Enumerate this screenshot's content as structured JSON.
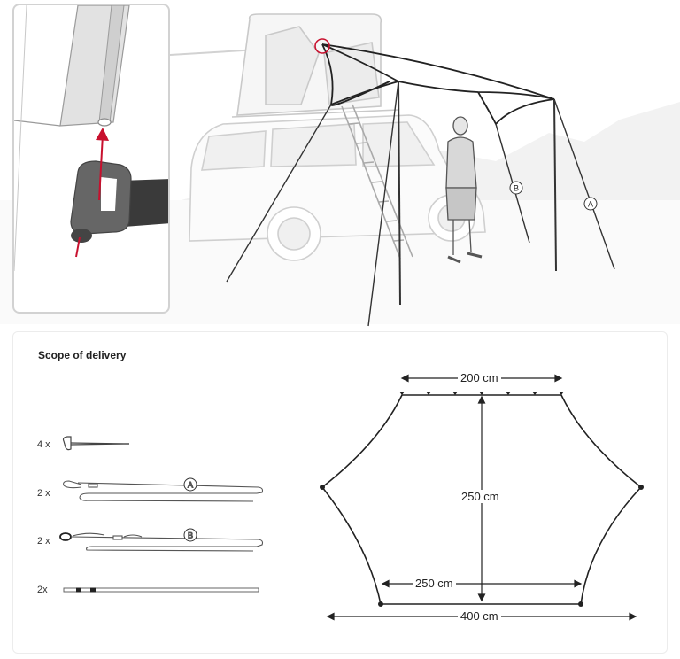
{
  "delivery": {
    "title": "Scope of delivery",
    "items": [
      {
        "qty": "4 x",
        "item": "peg"
      },
      {
        "qty": "2 x",
        "item": "guy-line",
        "badge": "A"
      },
      {
        "qty": "2 x",
        "item": "guy-line",
        "badge": "B"
      },
      {
        "qty": "2x",
        "item": "pole"
      }
    ]
  },
  "illustration": {
    "pole_badge_a": "A",
    "pole_badge_b": "B"
  },
  "dimensions": {
    "top_width": "200 cm",
    "height": "250 cm",
    "inner_width": "250 cm",
    "total_width": "400 cm"
  },
  "colors": {
    "accent": "#c8102e",
    "line": "#222222",
    "muted": "#d6d6d6"
  }
}
